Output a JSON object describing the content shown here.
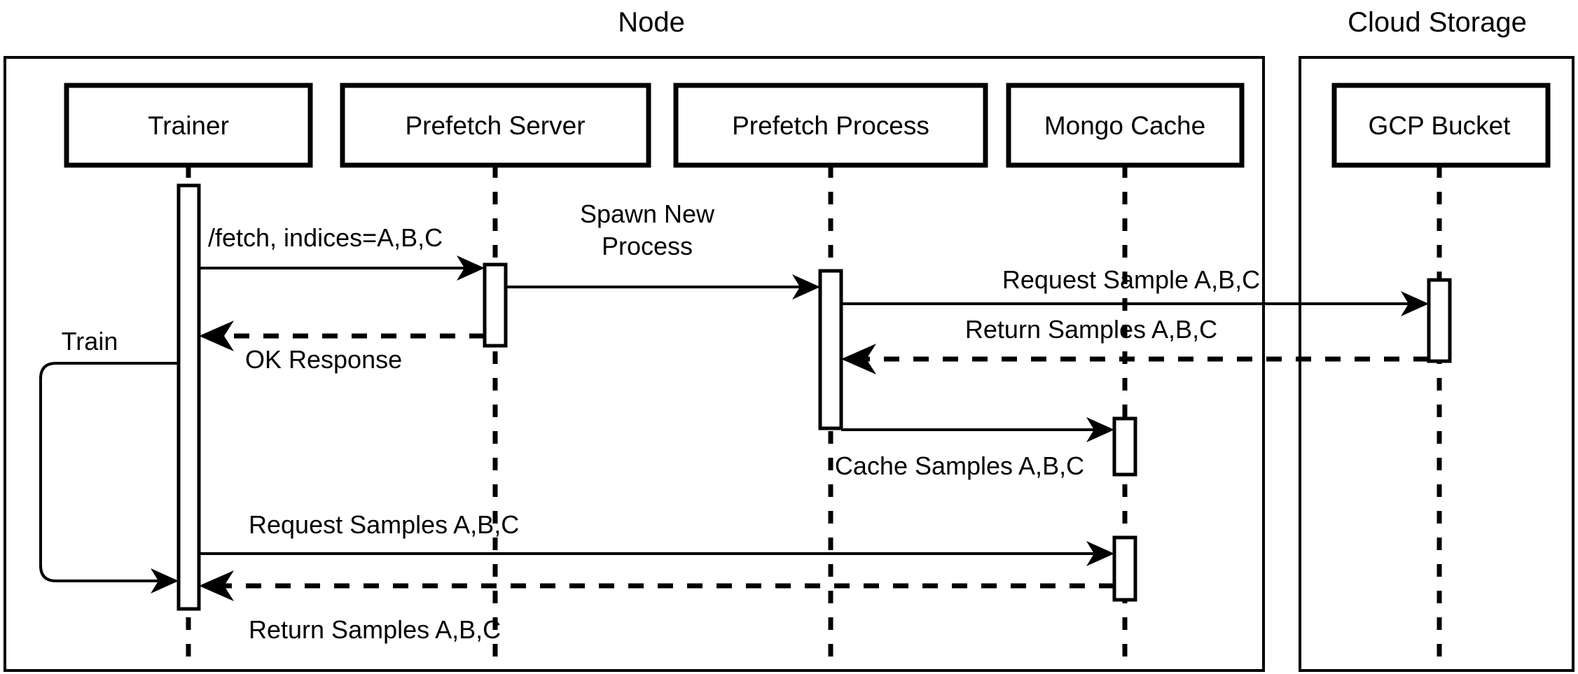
{
  "diagram": {
    "title_frames": [
      {
        "name": "node-frame",
        "label": "Node"
      },
      {
        "name": "cloud-storage-frame",
        "label": "Cloud Storage"
      }
    ],
    "participants": [
      {
        "id": "trainer",
        "label": "Trainer"
      },
      {
        "id": "prefetch-server",
        "label": "Prefetch Server"
      },
      {
        "id": "prefetch-process",
        "label": "Prefetch Process"
      },
      {
        "id": "mongo-cache",
        "label": "Mongo Cache"
      },
      {
        "id": "gcp-bucket",
        "label": "GCP Bucket"
      }
    ],
    "messages": [
      {
        "id": "m1",
        "label": "/fetch, indices=A,B,C",
        "from": "trainer",
        "to": "prefetch-server",
        "style": "solid"
      },
      {
        "id": "m2",
        "label": "Spawn New",
        "from": "prefetch-server",
        "to": "prefetch-process",
        "style": "solid"
      },
      {
        "id": "m2b",
        "label": "Process",
        "from": "prefetch-server",
        "to": "prefetch-process",
        "style": "solid"
      },
      {
        "id": "m3",
        "label": "Request Sample A,B,C",
        "from": "prefetch-process",
        "to": "gcp-bucket",
        "style": "solid"
      },
      {
        "id": "m4",
        "label": "OK Response",
        "from": "prefetch-server",
        "to": "trainer",
        "style": "dashed"
      },
      {
        "id": "m5",
        "label": "Return Samples A,B,C",
        "from": "gcp-bucket",
        "to": "prefetch-process",
        "style": "dashed"
      },
      {
        "id": "m6",
        "label": "Cache Samples A,B,C",
        "from": "prefetch-process",
        "to": "mongo-cache",
        "style": "solid"
      },
      {
        "id": "m7",
        "label": "Request Samples A,B,C",
        "from": "trainer",
        "to": "mongo-cache",
        "style": "solid"
      },
      {
        "id": "m8",
        "label": "Return Samples A,B,C",
        "from": "mongo-cache",
        "to": "trainer",
        "style": "dashed"
      },
      {
        "id": "m9",
        "label": "Train",
        "from": "trainer",
        "to": "trainer",
        "style": "solid"
      }
    ],
    "colors": {
      "stroke": "#000000",
      "background": "#ffffff"
    }
  }
}
